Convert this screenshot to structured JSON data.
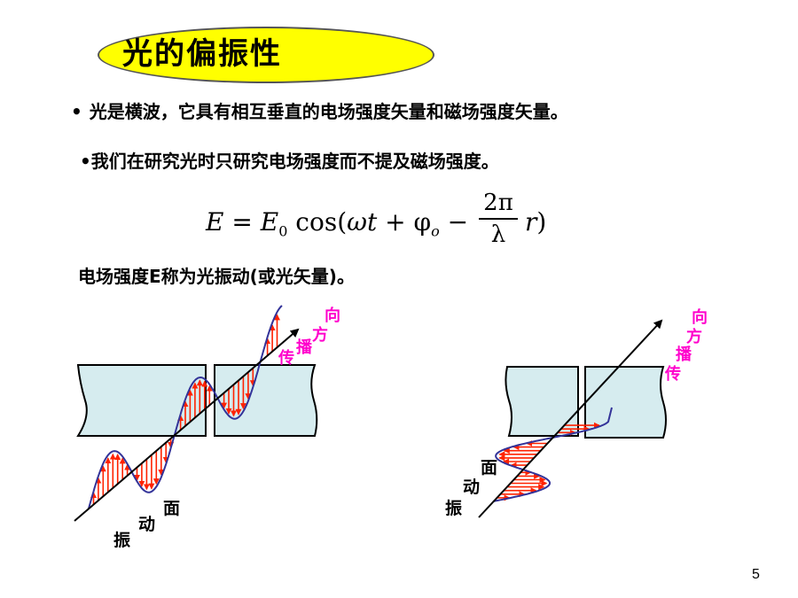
{
  "title": "光的偏振性",
  "bullet1": "光是横波，它具有相互垂直的电场强度矢量和磁场强度矢量。",
  "bullet1_marker": "•",
  "bullet2": "我们在研究光时只研究电场强度而不提及磁场强度。",
  "bullet2_marker": "•",
  "formula": {
    "lhs": "E",
    "eq": "=",
    "e0": "E",
    "e0_sub": "0",
    "cos_open": "cos(",
    "omega_t": "ωt",
    "plus": "+",
    "phi": "φ",
    "phi_sub": "o",
    "minus": "−",
    "num": "2π",
    "den": "λ",
    "r": "r",
    "close": ")"
  },
  "caption": "电场强度E称为光振动(或光矢量)。",
  "left_diagram": {
    "propagation_label": [
      "向",
      "方",
      "播",
      "传"
    ],
    "plane_label": [
      "面",
      "动",
      "振"
    ]
  },
  "right_diagram": {
    "propagation_label": [
      "向",
      "方",
      "播",
      "传"
    ],
    "plane_label": [
      "面",
      "动",
      "振"
    ]
  },
  "colors": {
    "title_fill": "#ffff00",
    "arrow_red": "#ff2200",
    "wave_blue": "#333399",
    "label_magenta": "#ff00cc",
    "slab_fill": "#d6ecef"
  },
  "page_number": "5"
}
